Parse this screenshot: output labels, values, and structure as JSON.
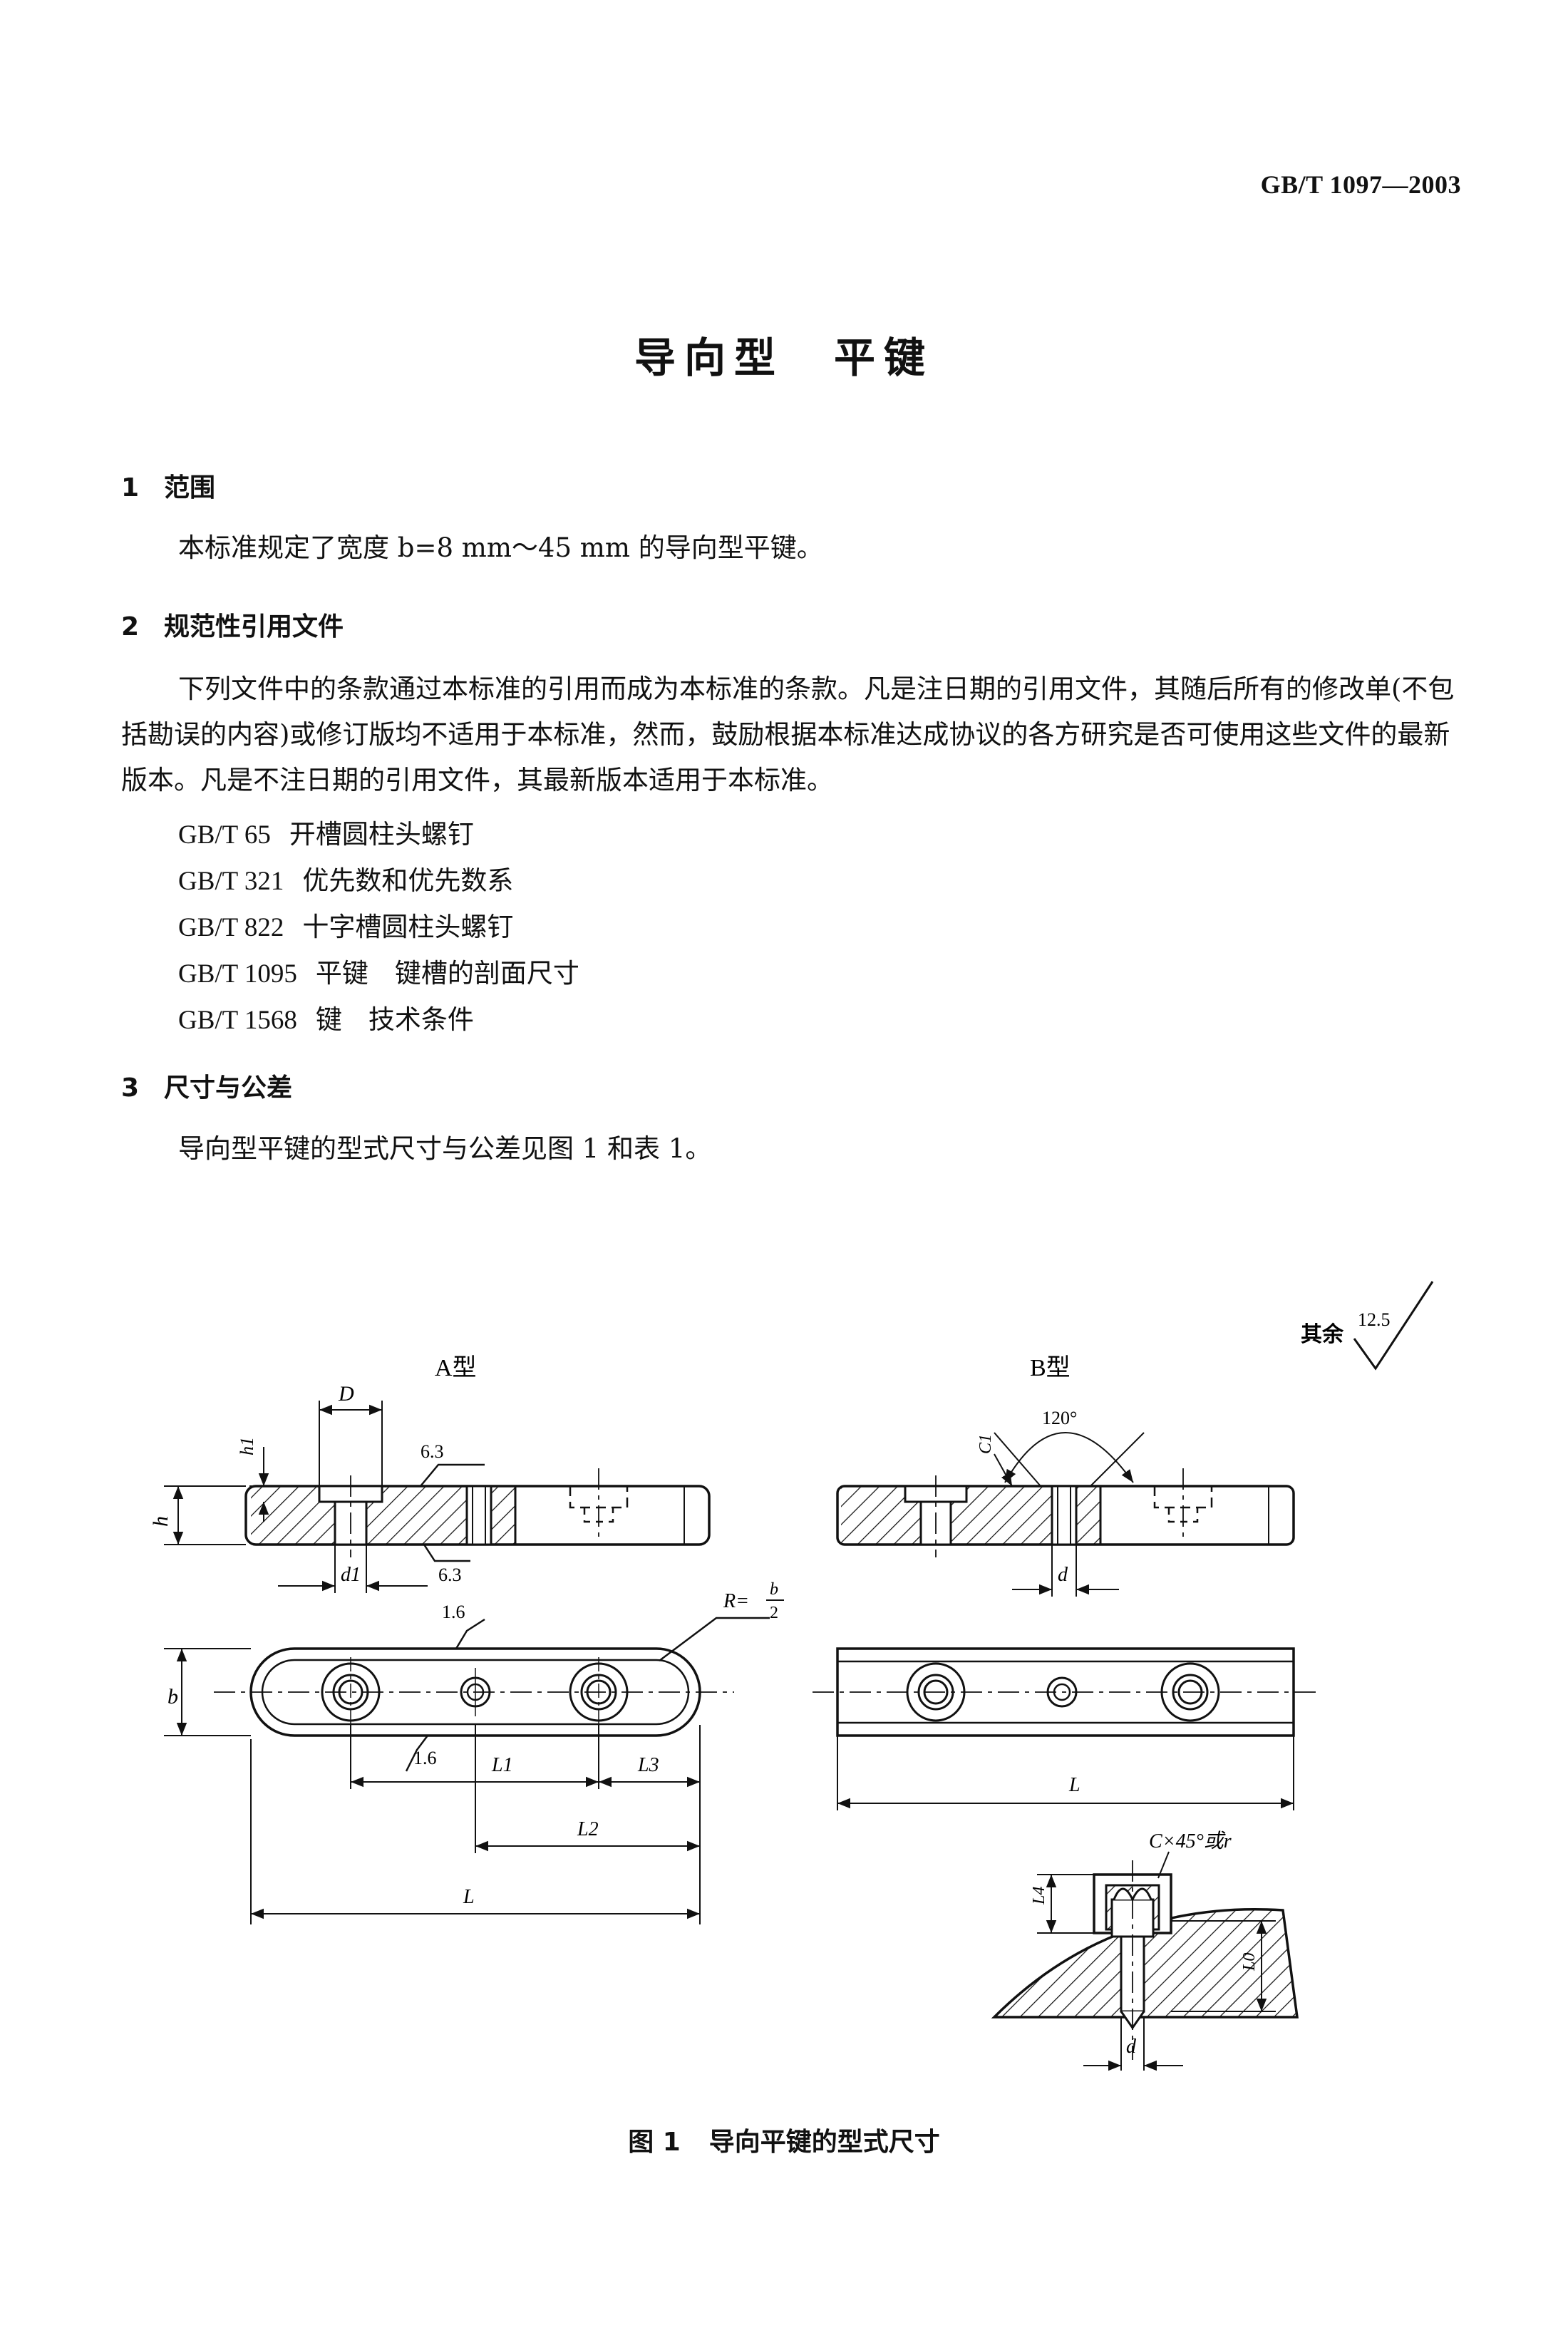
{
  "header": {
    "standard_number": "GB/T 1097—2003"
  },
  "title": "导向型　平键",
  "sections": [
    {
      "number": "1",
      "heading": "范围",
      "paragraph": "本标准规定了宽度 b=8 mm～45 mm 的导向型平键。"
    },
    {
      "number": "2",
      "heading": "规范性引用文件",
      "paragraph": "下列文件中的条款通过本标准的引用而成为本标准的条款。凡是注日期的引用文件，其随后所有的修改单(不包括勘误的内容)或修订版均不适用于本标准，然而，鼓励根据本标准达成协议的各方研究是否可使用这些文件的最新版本。凡是不注日期的引用文件，其最新版本适用于本标准。",
      "references": [
        {
          "code": "GB/T 65",
          "title": "开槽圆柱头螺钉"
        },
        {
          "code": "GB/T 321",
          "title": "优先数和优先数系"
        },
        {
          "code": "GB/T 822",
          "title": "十字槽圆柱头螺钉"
        },
        {
          "code": "GB/T 1095",
          "title": "平键　键槽的剖面尺寸"
        },
        {
          "code": "GB/T 1568",
          "title": "键　技术条件"
        }
      ]
    },
    {
      "number": "3",
      "heading": "尺寸与公差",
      "paragraph": "导向型平键的型式尺寸与公差见图 1 和表 1。"
    }
  ],
  "figure": {
    "roughness_note": "其余",
    "roughness_value": "12.5",
    "type_a_label": "A型",
    "type_b_label": "B型",
    "angle_label": "120°",
    "radius_label": "R=",
    "radius_num": "b",
    "radius_den": "2",
    "roughness_marks": [
      "6.3",
      "6.3",
      "1.6",
      "1.6"
    ],
    "dim_labels": {
      "D": "D",
      "h1": "h1",
      "h": "h",
      "d1": "d1",
      "b": "b",
      "L1": "L1",
      "L2": "L2",
      "L3": "L3",
      "L": "L",
      "C1": "C1",
      "d": "d",
      "L4": "L4",
      "L0": "L0",
      "chamfer": "C×45°或r"
    },
    "caption_number": "图 1",
    "caption_text": "导向平键的型式尺寸"
  }
}
